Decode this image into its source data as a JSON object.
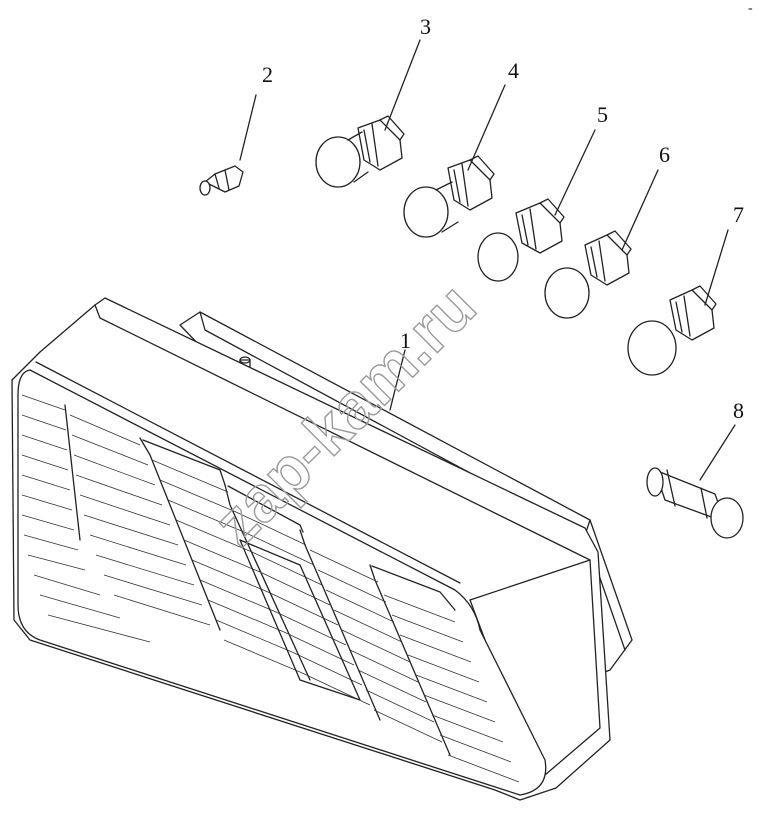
{
  "colors": {
    "line": "#222222",
    "background": "#ffffff",
    "watermark": "#cfcfcf"
  },
  "watermark": {
    "text": "zap-kam.ru"
  },
  "corner_mark": {
    "text": "-"
  },
  "callouts": [
    {
      "id": "1",
      "label": "1"
    },
    {
      "id": "2",
      "label": "2"
    },
    {
      "id": "3",
      "label": "3"
    },
    {
      "id": "4",
      "label": "4"
    },
    {
      "id": "5",
      "label": "5"
    },
    {
      "id": "6",
      "label": "6"
    },
    {
      "id": "7",
      "label": "7"
    },
    {
      "id": "8",
      "label": "8"
    }
  ]
}
